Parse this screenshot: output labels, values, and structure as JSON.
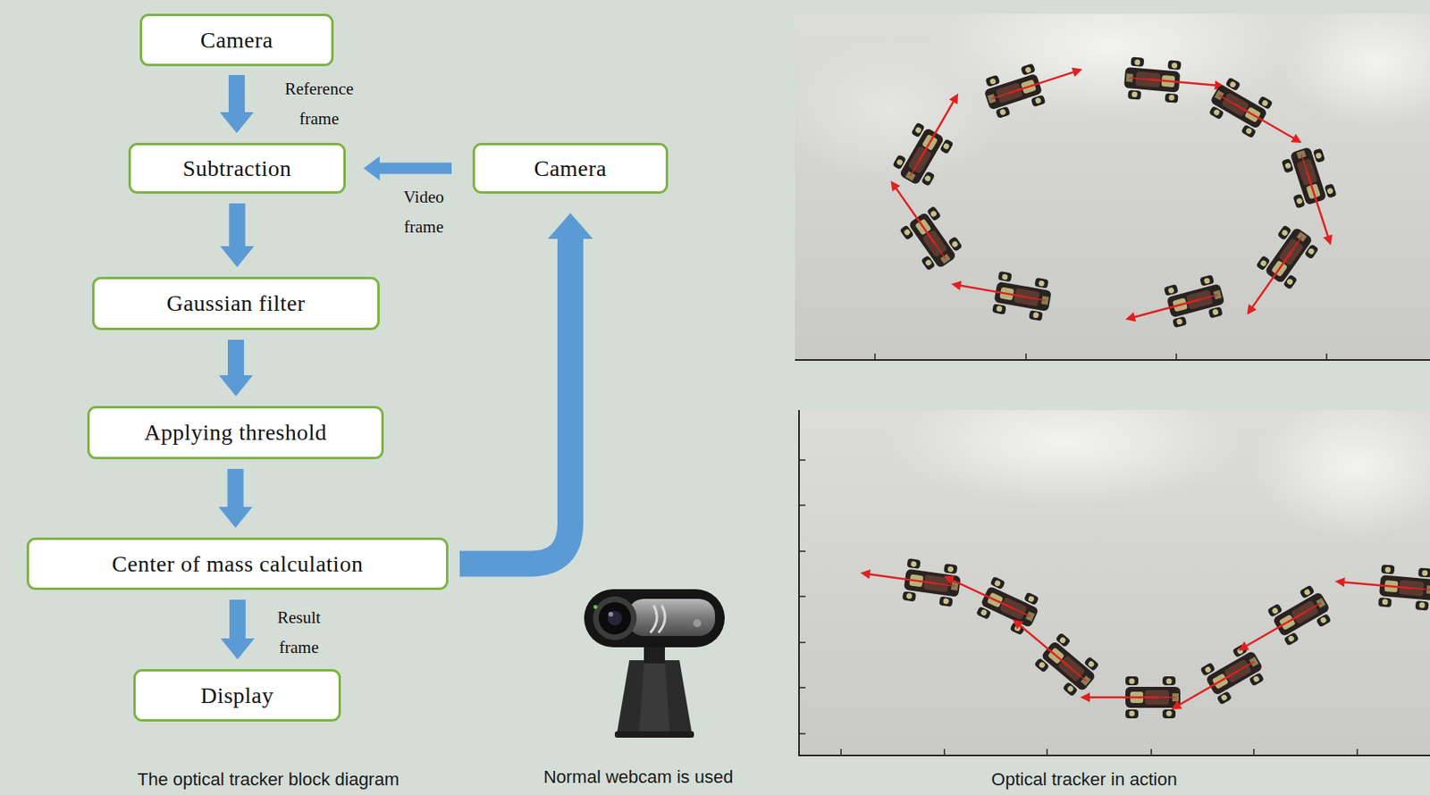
{
  "diagram": {
    "nodes": [
      {
        "text": [
          "Camera"
        ]
      },
      {
        "text": [
          "Subtraction"
        ]
      },
      {
        "text": [
          "Camera"
        ]
      },
      {
        "text": [
          "Gaussian filter"
        ]
      },
      {
        "text": [
          "Applying threshold"
        ]
      },
      {
        "text": [
          "Center of mass calculation"
        ]
      },
      {
        "text": [
          "Display"
        ]
      }
    ],
    "edges": [
      {
        "from": 0,
        "to": 1,
        "arrow": "to",
        "label": "Reference frame"
      },
      {
        "from": 2,
        "to": 1,
        "arrow": "to",
        "label": "Video frame"
      },
      {
        "from": 1,
        "to": 3,
        "arrow": "to"
      },
      {
        "from": 3,
        "to": 4,
        "arrow": "to"
      },
      {
        "from": 4,
        "to": 5,
        "arrow": "to"
      },
      {
        "from": 5,
        "to": 2,
        "arrow": "to"
      },
      {
        "from": 5,
        "to": 6,
        "arrow": "to",
        "label": "Result frame"
      }
    ],
    "labels": [
      "The optical tracker block diagram",
      "Normal webcam is used",
      "Optical tracker in action"
    ]
  }
}
